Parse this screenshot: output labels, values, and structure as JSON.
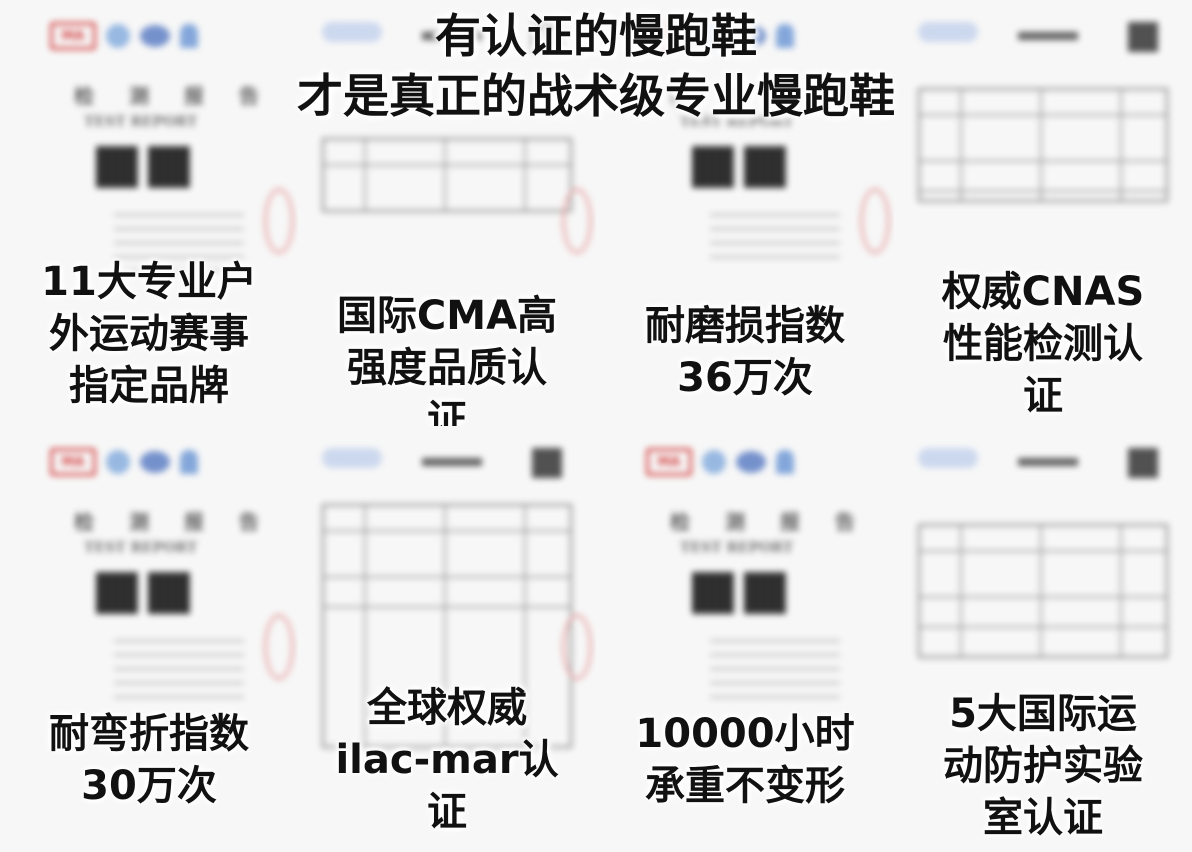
{
  "headline": "有认证的慢跑鞋\n才是真正的战术级专业慢跑鞋",
  "tiles": [
    {
      "caption": "11大专业户\n外运动赛事\n指定品牌",
      "doc": {
        "kind": "cover",
        "title": "检 测 报 告",
        "subtitle": "TEST REPORT"
      }
    },
    {
      "caption": "国际CMA高\n强度品质认\n证",
      "doc": {
        "kind": "table"
      }
    },
    {
      "caption": "耐磨损指数\n36万次",
      "doc": {
        "kind": "cover",
        "title": "检 测 报 告",
        "subtitle": "TEST REPORT"
      }
    },
    {
      "caption": "权威CNAS\n性能检测认\n证",
      "doc": {
        "kind": "table"
      }
    },
    {
      "caption": "耐弯折指数\n30万次",
      "doc": {
        "kind": "cover",
        "title": "检 测 报 告",
        "subtitle": "TEST REPORT"
      }
    },
    {
      "caption": "全球权威\nilac-mar认\n证",
      "doc": {
        "kind": "table"
      }
    },
    {
      "caption": "10000小时\n承重不变形",
      "doc": {
        "kind": "cover",
        "title": "检 测 报 告",
        "subtitle": "TEST REPORT"
      }
    },
    {
      "caption": "5大国际运\n动防护实验\n室认证",
      "doc": {
        "kind": "table"
      }
    }
  ],
  "colors": {
    "text": "#111111",
    "seal_red": "#d23b3b",
    "background": "#eeeeee"
  }
}
